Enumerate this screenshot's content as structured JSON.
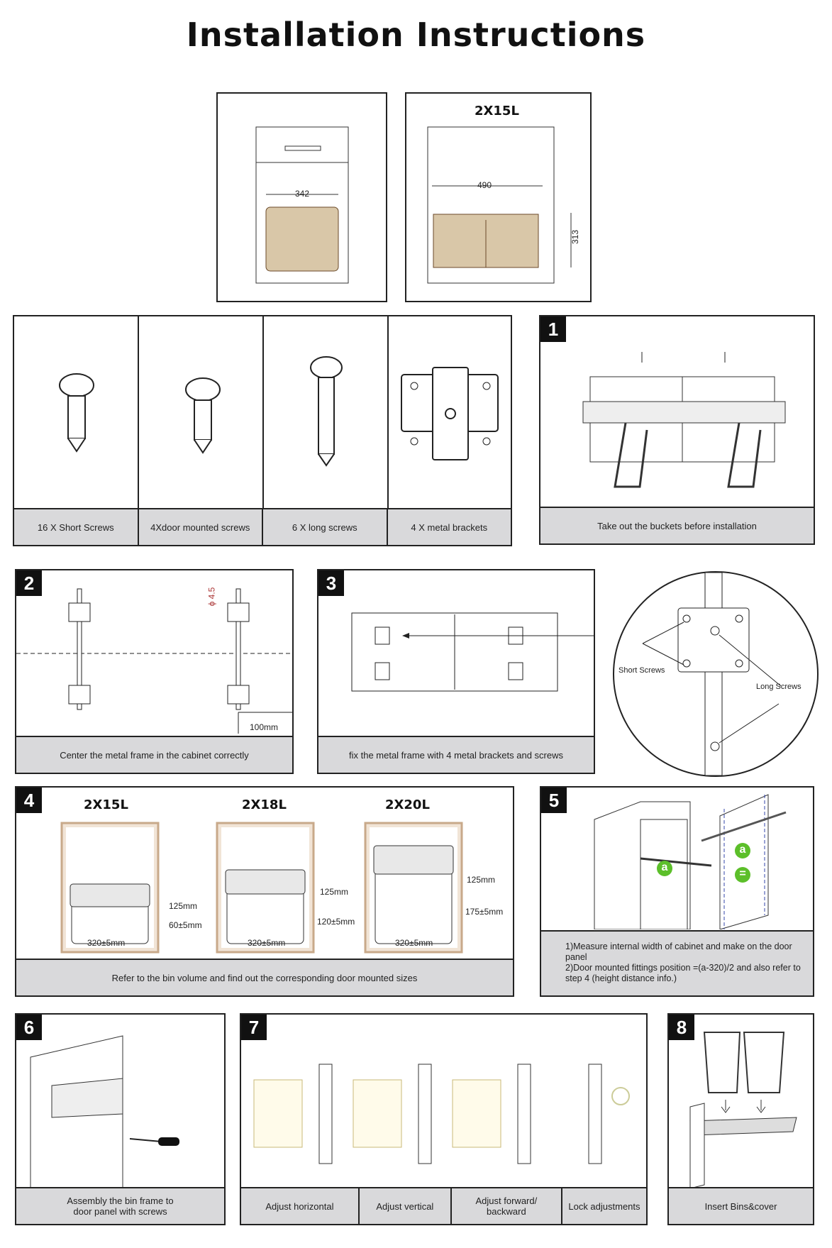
{
  "title": "Installation Instructions",
  "overview": {
    "left_dim": "342",
    "right_model": "2X15L",
    "right_width": "490",
    "right_height": "313"
  },
  "parts": [
    {
      "label": "16 X Short Screws"
    },
    {
      "label": "4Xdoor mounted screws"
    },
    {
      "label": "6 X long screws"
    },
    {
      "label": "4 X metal brackets"
    }
  ],
  "steps": {
    "s1": {
      "num": "1",
      "caption": "Take out the buckets before installation"
    },
    "s2": {
      "num": "2",
      "caption": "Center the metal frame in the cabinet correctly",
      "hole": "ϕ 4.5",
      "offset": "100mm"
    },
    "s3": {
      "num": "3",
      "caption": "fix the metal frame with 4 metal brackets and screws",
      "short": "Short Screws",
      "long": "Long Screws"
    },
    "s4": {
      "num": "4",
      "caption": "Refer to the bin volume and find out the corresponding  door mounted sizes",
      "models": [
        {
          "name": "2X15L",
          "h1": "125mm",
          "h2": "60±5mm",
          "w": "320±5mm"
        },
        {
          "name": "2X18L",
          "h1": "125mm",
          "h2": "120±5mm",
          "w": "320±5mm"
        },
        {
          "name": "2X20L",
          "h1": "125mm",
          "h2": "175±5mm",
          "w": "320±5mm"
        }
      ]
    },
    "s5": {
      "num": "5",
      "line1": "1)Measure internal width of cabinet and make on the door panel",
      "line2": "2)Door mounted fittings position =(a-320)/2 and also refer to step 4 (height distance info.)",
      "mark_a": "a",
      "mark_eq": "="
    },
    "s6": {
      "num": "6",
      "caption": "Assembly the bin frame to door panel with screws"
    },
    "s7": {
      "num": "7",
      "captions": [
        "Adjust horizontal",
        "Adjust vertical",
        "Adjust forward/ backward",
        "Lock adjustments"
      ]
    },
    "s8": {
      "num": "8",
      "caption": "Insert Bins&cover"
    }
  },
  "colors": {
    "caption_bg": "#d9d9db",
    "bin": "#d9c7a8",
    "frame": "#c8a98a",
    "green": "#5cbf2a"
  }
}
